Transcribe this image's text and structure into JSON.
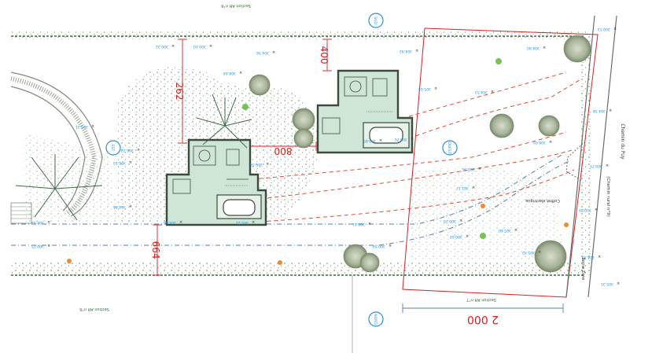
{
  "plan": {
    "section_top": "Section AH n°6",
    "section_bottom_left": "Section AH n°6",
    "section_bottom_right": "Section AH n°7",
    "road_name": "Chemin du Puy",
    "road_type": "(Chemin rural n°9)",
    "electric_box": "Coffret électrique",
    "border_label": "Borne Zone",
    "compass": {
      "north": "NORD",
      "south": "SUD",
      "east": "EST",
      "west": "OUEST"
    },
    "dimensions": {
      "d262": "262",
      "d400": "400",
      "d800": "800",
      "d664": "664",
      "d2000": "2 000"
    },
    "spot_elevations": [
      "300.22",
      "304.56",
      "304.64",
      "304.60",
      "305.03",
      "304.53",
      "300.85",
      "300.70",
      "306.22",
      "306.10",
      "300.54",
      "305.31",
      "304.86",
      "304.66",
      "301.17",
      "300.70",
      "305.22",
      "300.11",
      "305.60",
      "300.62",
      "306.03",
      "304.92",
      "300.10",
      "300.15",
      "304.92",
      "300.56",
      "305.42",
      "300.59",
      "300.53",
      "304.58",
      "300.75",
      "300.20",
      "304.33",
      "305.31"
    ],
    "colors": {
      "hedge": "#3d6b45",
      "building_fill": "#cfe6d6",
      "building_wall": "#3c4a3c",
      "dimension_red": "#d62020",
      "contour_red": "#e24a3a",
      "parcel_blue": "#5a7fa6",
      "elevation_blue": "#2a8fd6",
      "tree_canopy": "#a7b49a"
    }
  }
}
